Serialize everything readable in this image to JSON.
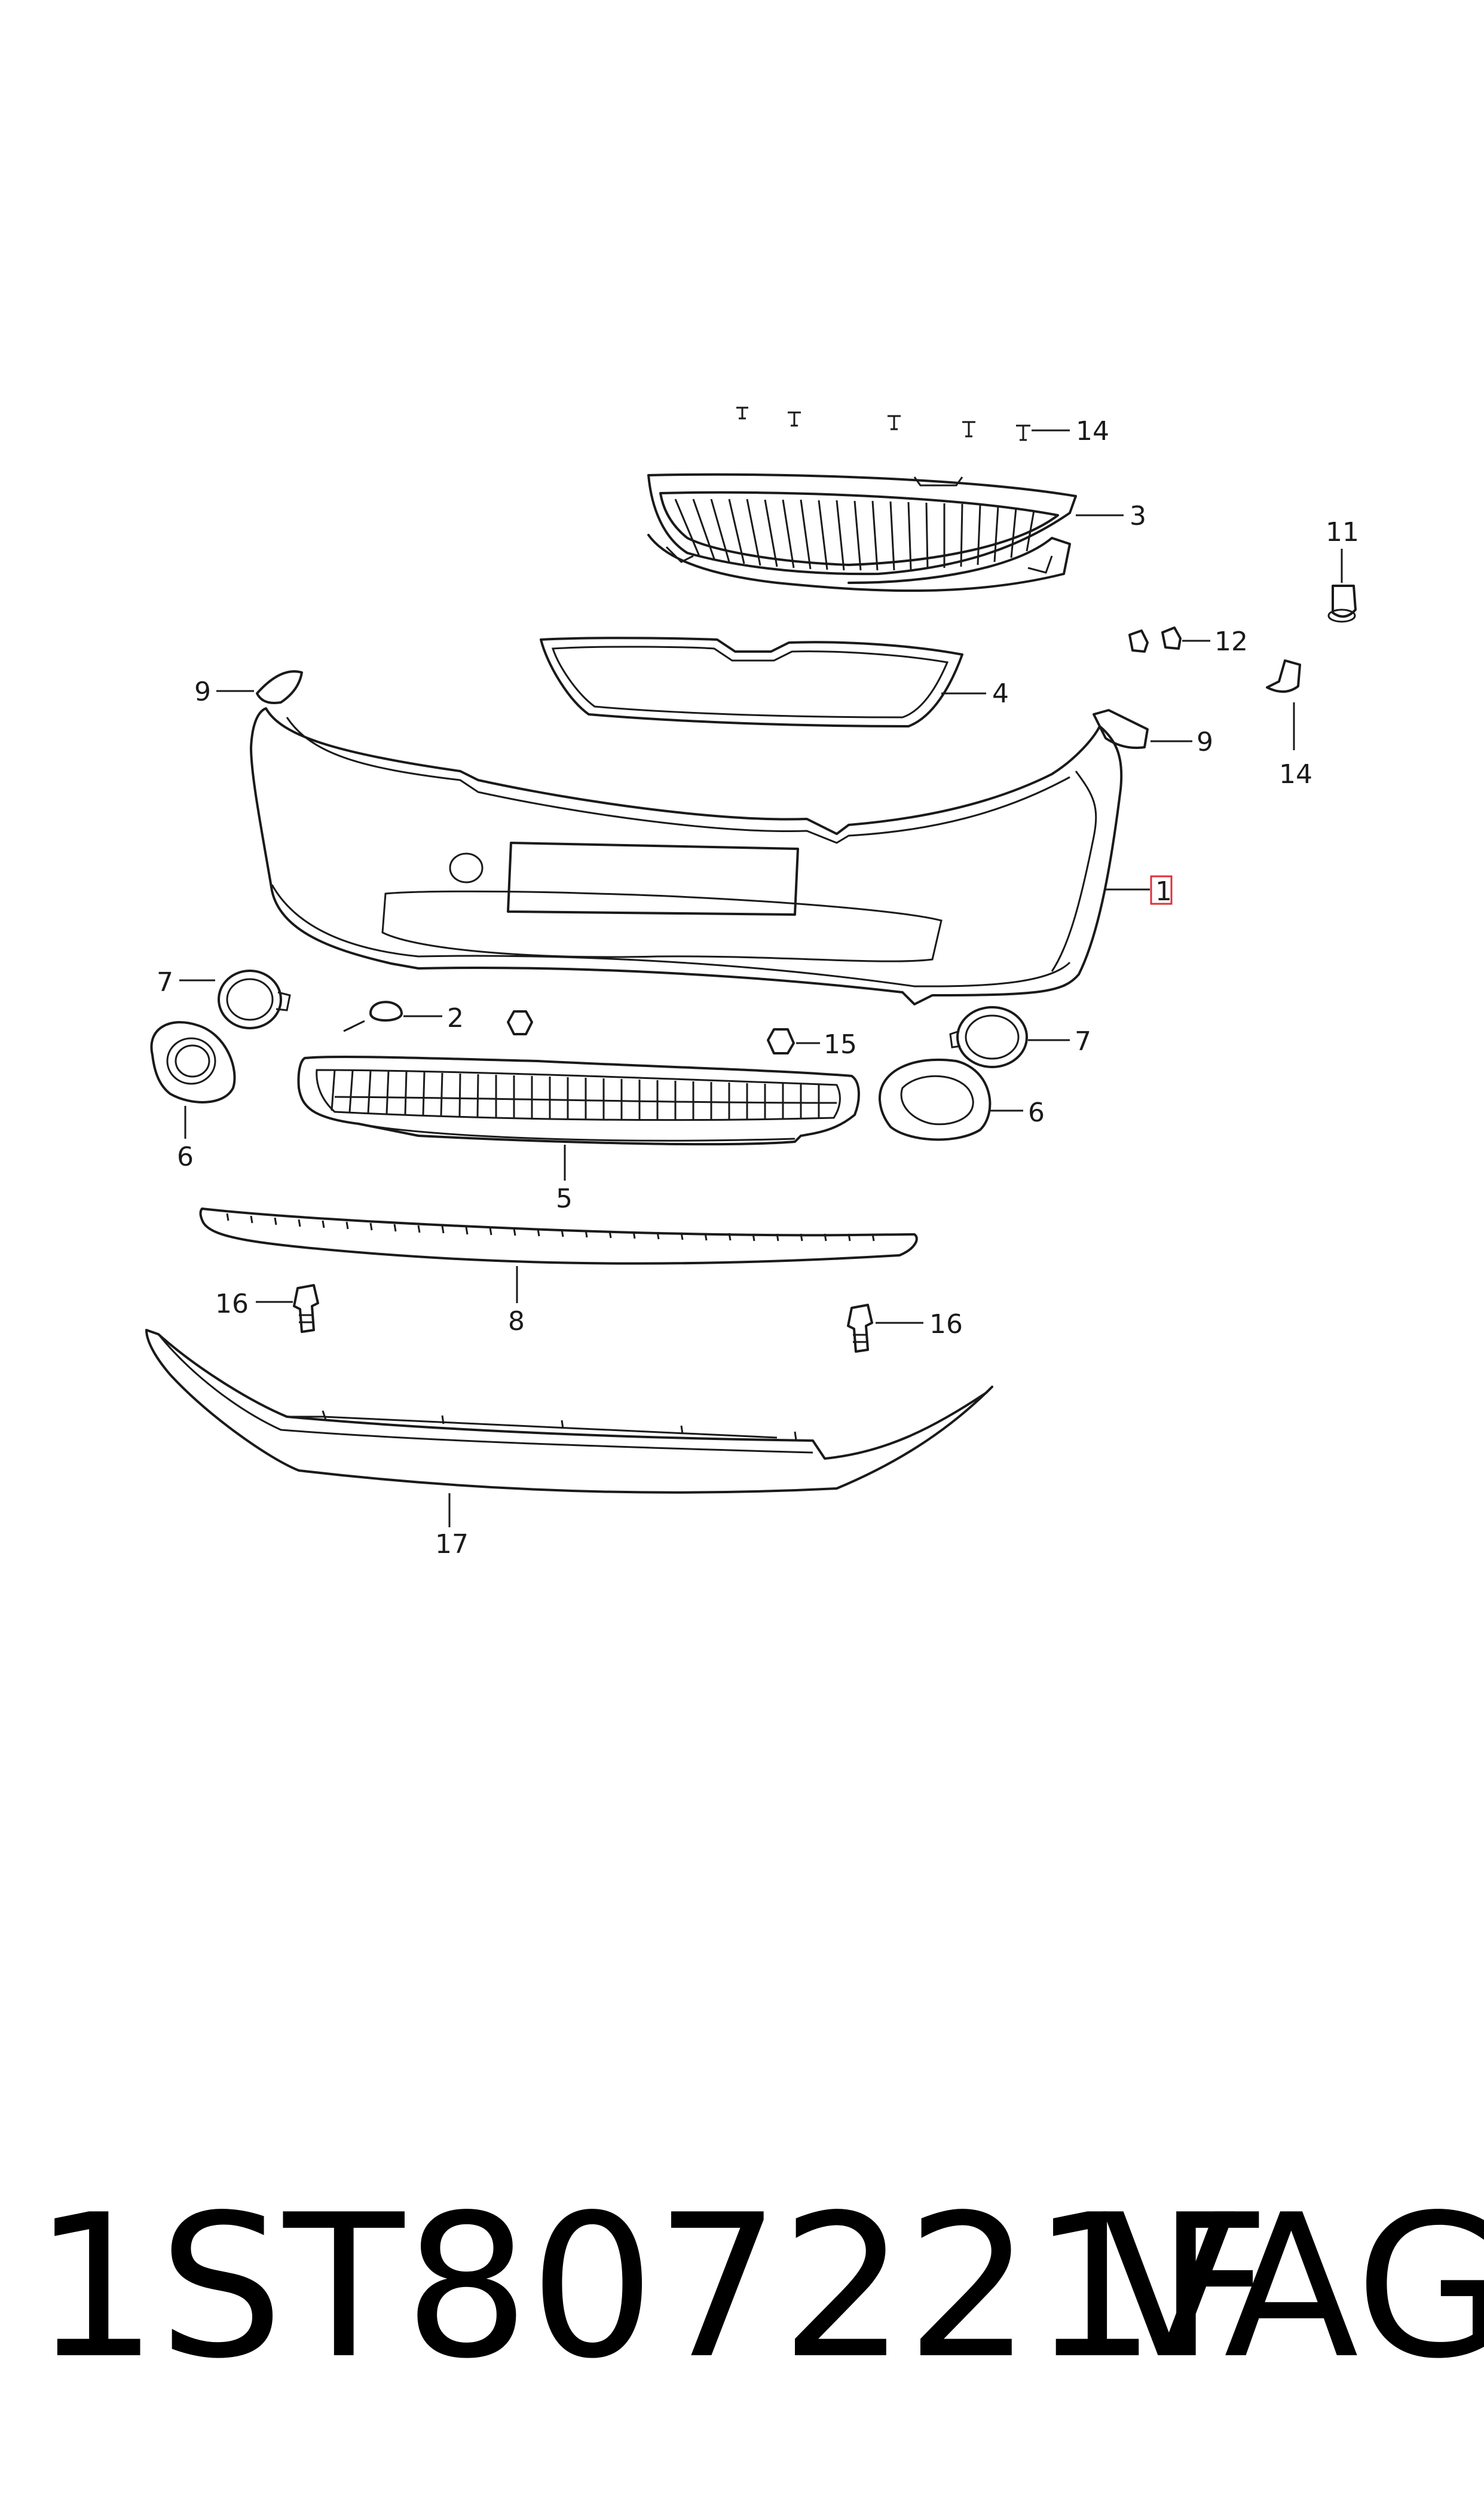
{
  "labels": {
    "l1": "1",
    "l2": "2",
    "l3": "3",
    "l4": "4",
    "l5": "5",
    "l6a": "6",
    "l6b": "6",
    "l7a": "7",
    "l7b": "7",
    "l8": "8",
    "l9a": "9",
    "l9b": "9",
    "l11": "11",
    "l12": "12",
    "l14a": "14",
    "l14b": "14",
    "l15": "15",
    "l16a": "16",
    "l16b": "16",
    "l17": "17"
  },
  "caption": {
    "part_number": "1ST807221F",
    "brand": "VAG"
  },
  "colors": {
    "line": "#1a1a1a",
    "highlight": "#e0303a"
  }
}
